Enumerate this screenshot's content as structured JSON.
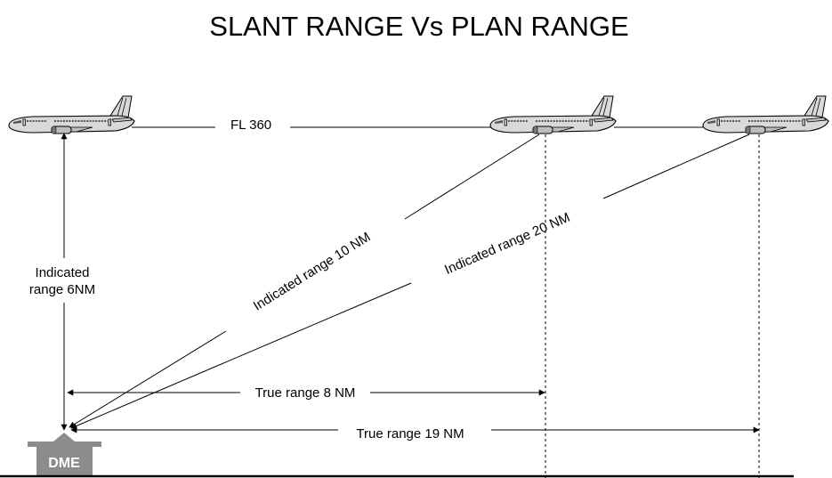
{
  "title": "SLANT RANGE Vs PLAN RANGE",
  "flight_level": "FL 360",
  "station_label": "DME",
  "vertical_label": {
    "line1": "Indicated",
    "line2": "range 6NM"
  },
  "slant_labels": {
    "range10": "Indicated range 10 NM",
    "range20": "Indicated range 20 NM"
  },
  "true_labels": {
    "range8": "True  range 8 NM",
    "range19": "True range 19 NM"
  },
  "colors": {
    "line": "#000000",
    "aircraft_body": "#d9d9d9",
    "dme": "#8c8c8c"
  },
  "icons": [
    "aircraft-icon",
    "dme-station-icon"
  ]
}
